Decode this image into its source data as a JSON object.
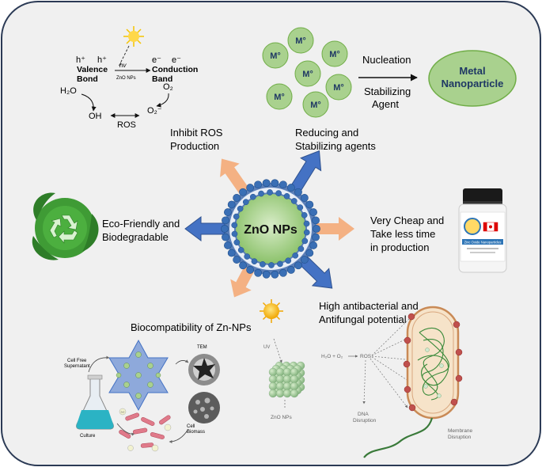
{
  "center": {
    "label": "ZnO NPs"
  },
  "ros_panel": {
    "h_plus_1": "h⁺",
    "h_plus_2": "h⁺",
    "valence_1": "Valence",
    "valence_2": "Bond",
    "hv": "hv",
    "zno_small": "ZnO NPs",
    "e_minus_1": "e⁻",
    "e_minus_2": "e⁻",
    "conduction_1": "Conduction",
    "conduction_2": "Band",
    "h2o": "H₂O",
    "o2": "O₂",
    "oh": "OH",
    "o2_minus": "O₂⁻",
    "ros": "ROS"
  },
  "metal_panel": {
    "particle_label": "M°",
    "nucleation": "Nucleation",
    "stabilizing_1": "Stabilizing",
    "stabilizing_2": "Agent",
    "product_1": "Metal",
    "product_2": "Nanoparticle"
  },
  "benefits": {
    "inhibit_ros_1": "Inhibit ROS",
    "inhibit_ros_2": "Production",
    "reducing_1": "Reducing and",
    "reducing_2": "Stabilizing agents",
    "eco_1": "Eco-Friendly and",
    "eco_2": "Biodegradable",
    "cheap_1": "Very Cheap and",
    "cheap_2": "Take less time",
    "cheap_3": "in production",
    "antibacterial_1": "High antibacterial and",
    "antibacterial_2": "Antifungal potential",
    "biocompat": "Biocompatibility of Zn-NPs"
  },
  "bio_panel": {
    "cell_free_1": "Cell Free",
    "cell_free_2": "Supernatant",
    "culture": "Culture",
    "tem": "TEM",
    "cell_biomass_1": "Cell",
    "cell_biomass_2": "Biomass",
    "zno_np_tag": "ZnO"
  },
  "bacteria_panel": {
    "uv": "UV",
    "zno_cube": "ZnO NPs",
    "reaction": "H₂O + O₂",
    "ros": "ROS",
    "dna_1": "DNA",
    "dna_2": "Disruption",
    "membrane_1": "Membrane",
    "membrane_2": "Disruption",
    "ros_tag": "ROS"
  },
  "bottle": {
    "brand": "Zinc Oxide Nanoparticles"
  },
  "colors": {
    "panel_bg": "#f0f0f0",
    "panel_border": "#2b3a55",
    "particle_fill": "#a9d18e",
    "particle_stroke": "#70ad47",
    "blue_arrow": "#4472c4",
    "peach_arrow": "#f4b183",
    "recycle_green": "#3f9b35",
    "zno_center": "#b7dba0"
  },
  "icons": [
    "sun-icon",
    "recycle-icon",
    "supplement-bottle-icon",
    "erlenmeyer-flask-icon",
    "bacterium-icon",
    "nanocube-icon",
    "tem-image-icon",
    "star-icon"
  ]
}
